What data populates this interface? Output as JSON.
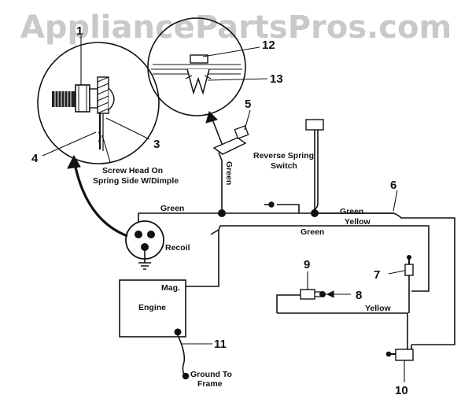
{
  "watermark": "AppliancePartsPros.com",
  "callouts": {
    "n1": "1",
    "n3": "3",
    "n4": "4",
    "n5": "5",
    "n6": "6",
    "n7": "7",
    "n8": "8",
    "n9": "9",
    "n10": "10",
    "n11": "11",
    "n12": "12",
    "n13": "13"
  },
  "labels": {
    "screw_line1": "Screw Head On",
    "screw_line2": "Spring Side W/Dimple",
    "reverse_line1": "Reverse Spring",
    "reverse_line2": "Switch",
    "green_vertical": "Green",
    "green_top_left": "Green",
    "green_top_right": "Green",
    "yellow_top": "Yellow",
    "green_mid": "Green",
    "recoil": "Recoil",
    "mag": "Mag.",
    "engine": "Engine",
    "yellow_bottom": "Yellow",
    "ground_line1": "Ground To",
    "ground_line2": "Frame"
  }
}
